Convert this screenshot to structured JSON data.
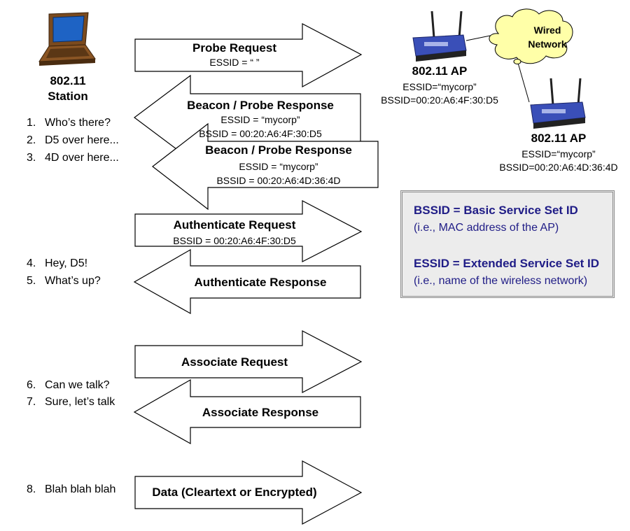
{
  "station": {
    "line1": "802.11",
    "line2": "Station",
    "icon": "laptop-icon"
  },
  "ap1": {
    "title": "802.11 AP",
    "essid": "ESSID=“mycorp”",
    "bssid": "BSSID=00:20:A6:4F:30:D5",
    "icon": "wireless-router-icon"
  },
  "ap2": {
    "title": "802.11 AP",
    "essid": "ESSID=“mycorp”",
    "bssid": "BSSID=00:20:A6:4D:36:4D",
    "icon": "wireless-router-icon"
  },
  "cloud": {
    "line1": "Wired",
    "line2": "Network",
    "color": "#ffffa8"
  },
  "steps": [
    {
      "num": "1.",
      "text": "Who’s there?"
    },
    {
      "num": "2.",
      "text": "D5 over here..."
    },
    {
      "num": "3.",
      "text": "4D over here..."
    },
    {
      "num": "4.",
      "text": "Hey, D5!"
    },
    {
      "num": "5.",
      "text": "What’s up?"
    },
    {
      "num": "6.",
      "text": "Can we talk?"
    },
    {
      "num": "7.",
      "text": "Sure, let’s talk"
    },
    {
      "num": "8.",
      "text": "Blah blah blah"
    }
  ],
  "arrows": {
    "probe_request": {
      "title": "Probe Request",
      "line2": "ESSID = “ ”"
    },
    "beacon1": {
      "title": "Beacon / Probe Response",
      "line2": "ESSID = “mycorp”",
      "line3": "BSSID = 00:20:A6:4F:30:D5"
    },
    "beacon2": {
      "title": "Beacon / Probe Response",
      "line2": "ESSID = “mycorp”",
      "line3": "BSSID = 00:20:A6:4D:36:4D"
    },
    "auth_request": {
      "title": "Authenticate Request",
      "line2": "BSSID = 00:20:A6:4F:30:D5"
    },
    "auth_response": {
      "title": "Authenticate Response"
    },
    "assoc_request": {
      "title": "Associate Request"
    },
    "assoc_response": {
      "title": "Associate Response"
    },
    "data": {
      "title": "Data (Cleartext or Encrypted)"
    }
  },
  "legend": {
    "bssid_title": "BSSID = Basic Service Set ID",
    "bssid_desc": "(i.e., MAC address of the AP)",
    "essid_title": "ESSID = Extended Service Set ID",
    "essid_desc": "(i.e., name of the wireless network)",
    "text_color": "#1f1c86",
    "background": "#ececec"
  }
}
